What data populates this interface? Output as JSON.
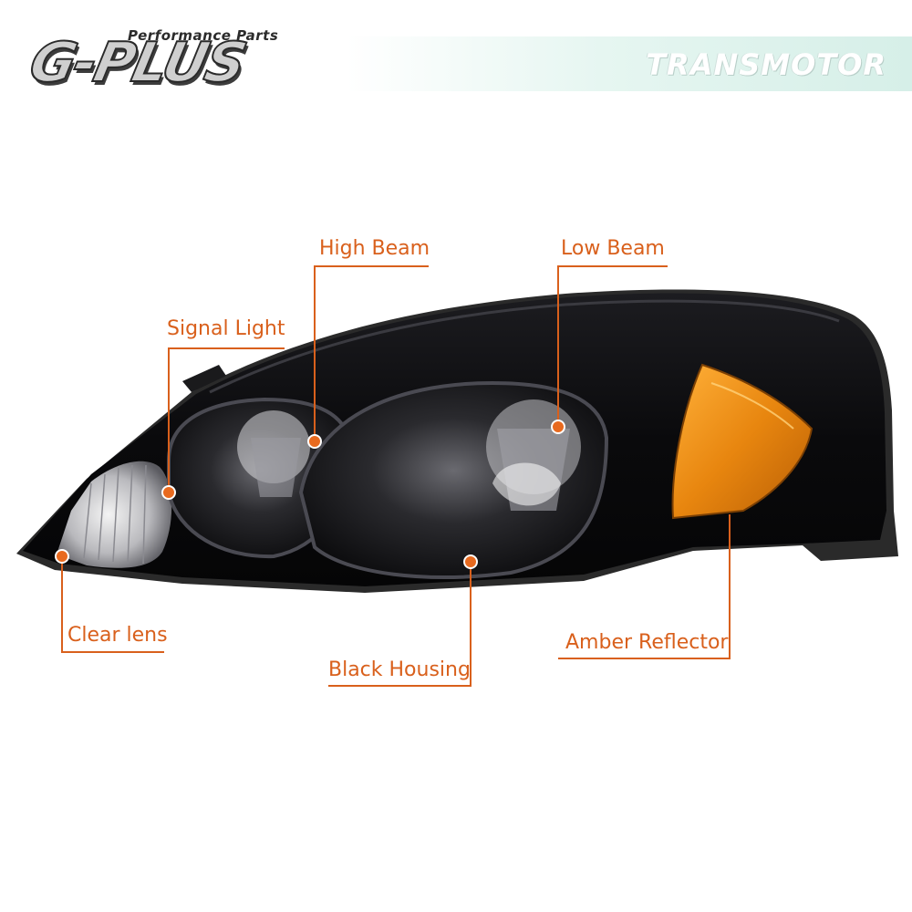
{
  "brand": {
    "logo_text": "G-PLUS",
    "logo_subtitle": "Performance Parts",
    "watermark": "TRANSMOTOR"
  },
  "callouts": {
    "high_beam": "High Beam",
    "low_beam": "Low Beam",
    "signal_light": "Signal Light",
    "clear_lens": "Clear lens",
    "black_housing": "Black Housing",
    "amber_reflector": "Amber Reflector"
  },
  "colors": {
    "callout": "#d9601c",
    "housing": "#0b0b0d",
    "amber": "#e8860f",
    "background": "#ffffff"
  }
}
